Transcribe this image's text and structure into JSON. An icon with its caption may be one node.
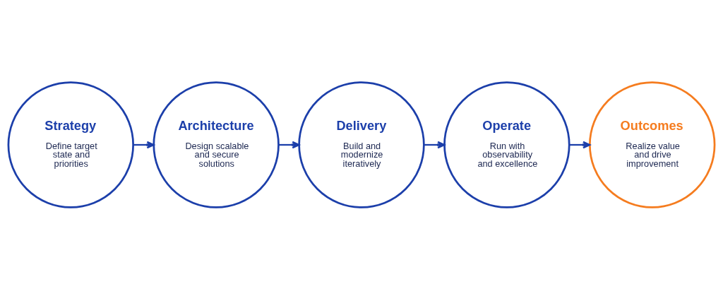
{
  "diagram": {
    "nodes": [
      {
        "text": [
          "Strategy",
          "Define target state and priorities"
        ]
      },
      {
        "text": [
          "Architecture",
          "Design scalable and secure solutions"
        ]
      },
      {
        "text": [
          "Delivery",
          "Build and modernize iteratively"
        ]
      },
      {
        "text": [
          "Operate",
          "Run with observability and excellence"
        ]
      },
      {
        "text": [
          "Outcomes",
          "Realize value and drive improvement"
        ]
      }
    ],
    "edges": [
      {
        "from": 0,
        "to": 1,
        "arrow": "to"
      },
      {
        "from": 1,
        "to": 2,
        "arrow": "to"
      },
      {
        "from": 2,
        "to": 3,
        "arrow": "to"
      },
      {
        "from": 3,
        "to": 4,
        "arrow": "to"
      }
    ]
  }
}
